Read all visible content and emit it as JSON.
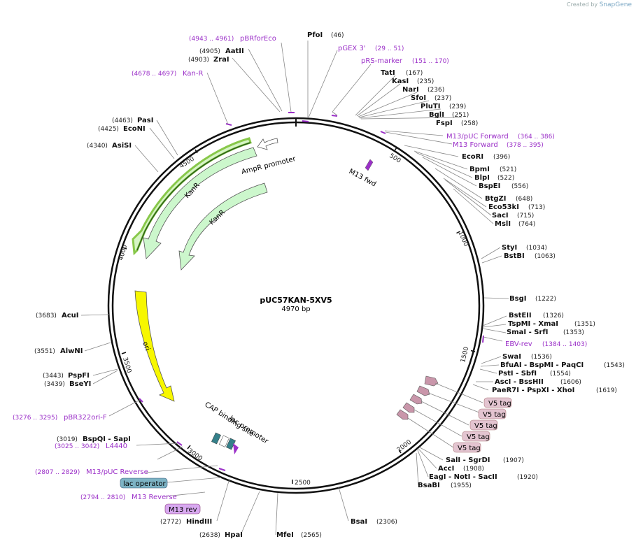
{
  "credit": {
    "prefix": "Created by",
    "brand": "SnapGene"
  },
  "plasmid": {
    "name": "pUC57KAN-5XV5",
    "length": 4970,
    "size_label": "4970 bp"
  },
  "ticks": [
    "500",
    "1000",
    "1500",
    "2000",
    "2500",
    "3000",
    "3500",
    "4000",
    "4500"
  ],
  "enzymes": [
    {
      "name": "PfoI",
      "pos": "(46)"
    },
    {
      "name": "TatI",
      "pos": "(167)"
    },
    {
      "name": "KasI",
      "pos": "(235)"
    },
    {
      "name": "NarI",
      "pos": "(236)"
    },
    {
      "name": "SfoI",
      "pos": "(237)"
    },
    {
      "name": "PluTI",
      "pos": "(239)"
    },
    {
      "name": "BglI",
      "pos": "(251)"
    },
    {
      "name": "FspI",
      "pos": "(258)"
    },
    {
      "name": "EcoRI",
      "pos": "(396)"
    },
    {
      "name": "BpmI",
      "pos": "(521)"
    },
    {
      "name": "BlpI",
      "pos": "(522)"
    },
    {
      "name": "BspEI",
      "pos": "(556)"
    },
    {
      "name": "BtgZI",
      "pos": "(648)"
    },
    {
      "name": "Eco53kI",
      "pos": "(713)"
    },
    {
      "name": "SacI",
      "pos": "(715)"
    },
    {
      "name": "MslI",
      "pos": "(764)"
    },
    {
      "name": "StyI",
      "pos": "(1034)"
    },
    {
      "name": "BstBI",
      "pos": "(1063)"
    },
    {
      "name": "BsgI",
      "pos": "(1222)"
    },
    {
      "name": "BstEII",
      "pos": "(1326)"
    },
    {
      "name": "TspMI - XmaI",
      "pos": "(1351)"
    },
    {
      "name": "SmaI - SrfI",
      "pos": "(1353)"
    },
    {
      "name": "SwaI",
      "pos": "(1536)"
    },
    {
      "name": "BfuAI - BspMI - PaqCI",
      "pos": "(1543)"
    },
    {
      "name": "PstI - SbfI",
      "pos": "(1554)"
    },
    {
      "name": "AscI - BssHII",
      "pos": "(1606)"
    },
    {
      "name": "PaeR7I - PspXI - XhoI",
      "pos": "(1619)"
    },
    {
      "name": "SalI - SgrDI",
      "pos": "(1907)"
    },
    {
      "name": "AccI",
      "pos": "(1908)"
    },
    {
      "name": "EagI - NotI - SacII",
      "pos": "(1920)"
    },
    {
      "name": "BsaBI",
      "pos": "(1955)"
    },
    {
      "name": "BsaI",
      "pos": "(2306)"
    },
    {
      "name": "MfeI",
      "pos": "(2565)"
    },
    {
      "name": "HpaI",
      "pos": "(2638)"
    },
    {
      "name": "HindIII",
      "pos": "(2772)"
    },
    {
      "name": "BspQI - SapI",
      "pos": "(3019)"
    },
    {
      "name": "PspFI",
      "pos": "(3443)"
    },
    {
      "name": "BseYI",
      "pos": "(3439)"
    },
    {
      "name": "AlwNI",
      "pos": "(3551)"
    },
    {
      "name": "AcuI",
      "pos": "(3683)"
    },
    {
      "name": "AsiSI",
      "pos": "(4340)"
    },
    {
      "name": "EcoNI",
      "pos": "(4425)"
    },
    {
      "name": "PasI",
      "pos": "(4463)"
    },
    {
      "name": "ZraI",
      "pos": "(4903)"
    },
    {
      "name": "AatII",
      "pos": "(4905)"
    }
  ],
  "primers": [
    {
      "name": "pBRforEco",
      "pos": "(4943 .. 4961)"
    },
    {
      "name": "pGEX 3'",
      "pos": "(29 .. 51)"
    },
    {
      "name": "pRS-marker",
      "pos": "(151 .. 170)"
    },
    {
      "name": "Kan-R",
      "pos": "(4678 .. 4697)"
    },
    {
      "name": "M13/pUC Forward",
      "pos": "(364 .. 386)"
    },
    {
      "name": "M13 Forward",
      "pos": "(378 .. 395)"
    },
    {
      "name": "EBV-rev",
      "pos": "(1384 .. 1403)"
    },
    {
      "name": "pBR322ori-F",
      "pos": "(3276 .. 3295)"
    },
    {
      "name": "L4440",
      "pos": "(3025 .. 3042)"
    },
    {
      "name": "M13/pUC Reverse",
      "pos": "(2807 .. 2829)"
    },
    {
      "name": "M13 Reverse",
      "pos": "(2794 .. 2810)"
    }
  ],
  "features": {
    "m13_fwd": "M13 fwd",
    "ampr_promoter": "AmpR promoter",
    "kanr_1": "KanR",
    "kanr_2": "KanR",
    "ori": "ori",
    "cap_site": "CAP binding site",
    "lac_promoter": "lac promoter",
    "v5_tags": [
      "V5 tag",
      "V5 tag",
      "V5 tag",
      "V5 tag",
      "V5 tag"
    ],
    "lac_operator": "lac operator",
    "m13_rev": "M13 rev"
  },
  "colors": {
    "primer": "#9b30c8",
    "kanr_fill": "#ccf7cc",
    "ori_fill": "#f7f700",
    "v5_fill": "#c996aa",
    "lac_operator_fill": "#7db3c4",
    "m13_rev_fill": "#d8a9f0",
    "selection": "#88c84a"
  }
}
